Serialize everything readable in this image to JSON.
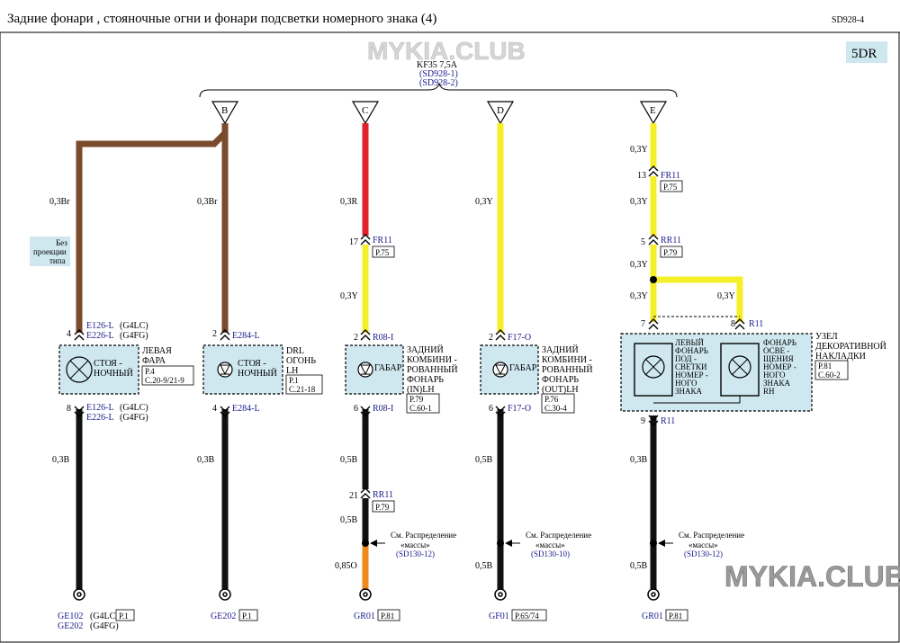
{
  "header": {
    "title": "Задние фонари , стояночные огни и фонари подсветки номерного знака (4)",
    "code": "SD928-4",
    "variant": "5DR"
  },
  "watermark": "MYKIA.CLUB",
  "fuse": {
    "name": "KF35 7,5A",
    "refs": [
      "(SD928-1)",
      "(SD928-2)"
    ]
  },
  "connectors_top": [
    "B",
    "C",
    "D",
    "E"
  ],
  "circuits": {
    "c1": {
      "wire_top": "0,3Br",
      "wire_bottom": "0,3B",
      "note": [
        "Без",
        "проекции",
        "типа"
      ],
      "pin_top": "4",
      "conn_top": [
        "E126-L",
        "(G4LC)",
        "E226-L",
        "(G4FG)"
      ],
      "pin_bottom": "8",
      "conn_bottom": [
        "E126-L",
        "(G4LC)",
        "E226-L",
        "(G4FG)"
      ],
      "comp_label": [
        "СТОЯ -",
        "НОЧНЫЙ"
      ],
      "name": [
        "ЛЕВАЯ",
        "ФАРА"
      ],
      "ref": [
        "P.4",
        "C.20-9/21-9"
      ],
      "ground": [
        "GE102",
        "(G4LC)",
        "GE202",
        "(G4FG)"
      ],
      "ground_ref": "P.1"
    },
    "c2": {
      "wire_top": "0,3Br",
      "wire_bottom": "0,3B",
      "pin_top": "2",
      "conn_top": "E284-L",
      "pin_bottom": "4",
      "conn_bottom": "E284-L",
      "comp_label": [
        "СТОЯ -",
        "НОЧНЫЙ"
      ],
      "name": [
        "DRL",
        "ОГОНЬ",
        "LH"
      ],
      "ref": [
        "P.1",
        "C.21-18"
      ],
      "ground": "GE202",
      "ground_ref": "P.1"
    },
    "c3": {
      "wire_top": "0,3R",
      "pin_fr": "17",
      "fr_conn": "FR11",
      "fr_ref": "P.75",
      "wire_mid": "0,3Y",
      "pin_top": "2",
      "conn_top": "R08-I",
      "comp_label": "ГАБАР",
      "name": [
        "ЗАДНИЙ",
        "КОМБИНИ -",
        "РОВАННЫЙ",
        "ФОНАРЬ",
        "(IN)LH"
      ],
      "ref": [
        "P.79",
        "C.60-1"
      ],
      "pin_bottom": "6",
      "conn_bottom": "R08-I",
      "wire_b1": "0,5B",
      "pin_rr": "21",
      "rr_conn": "RR11",
      "rr_ref": "P.79",
      "wire_b2": "0,5B",
      "gnd_note": [
        "См. Распределение",
        "«массы»",
        "(SD130-12)"
      ],
      "wire_b3": "0,85O",
      "ground": "GR01",
      "ground_ref": "P.81"
    },
    "c4": {
      "wire_top": "0,3Y",
      "pin_top": "2",
      "conn_top": "F17-O",
      "comp_label": "ГАБАР",
      "name": [
        "ЗАДНИЙ",
        "КОМБИНИ -",
        "РОВАННЫЙ",
        "ФОНАРЬ",
        "(OUT)LH"
      ],
      "ref": [
        "P.76",
        "C.30-4"
      ],
      "pin_bottom": "6",
      "conn_bottom": "F17-O",
      "wire_b1": "0,5B",
      "gnd_note": [
        "См. Распределение",
        "«массы»",
        "(SD130-10)"
      ],
      "wire_b2": "0,5B",
      "ground": "GF01",
      "ground_ref": "P.65/74"
    },
    "c5": {
      "wire_top": "0,3Y",
      "pin_fr": "13",
      "fr_conn": "FR11",
      "fr_ref": "P.75",
      "wire_2": "0,3Y",
      "pin_rr": "5",
      "rr_conn": "RR11",
      "rr_ref": "P.79",
      "wire_3": "0,3Y",
      "wire_4": "0,3Y",
      "wire_branch": "0,3Y",
      "pin_7": "7",
      "pin_8": "8",
      "conn_8": "R11",
      "lamp_left": [
        "ЛЕВЫЙ",
        "ФОНАРЬ",
        "ПОД -",
        "СВЕТКИ",
        "НОМЕР -",
        "НОГО",
        "ЗНАКА"
      ],
      "lamp_right": [
        "ФОНАРЬ",
        "ОСВЕ -",
        "ЩЕНИЯ",
        "НОМЕР -",
        "НОГО",
        "ЗНАКА",
        "RH"
      ],
      "name": [
        "УЗЕЛ",
        "ДЕКОРАТИВНОЙ",
        "НАКЛАДКИ"
      ],
      "ref": [
        "P.81",
        "C.60-2"
      ],
      "pin_bottom": "9",
      "conn_bottom": "R11",
      "wire_b1": "0,3B",
      "gnd_note": [
        "См. Распределение",
        "«массы»",
        "(SD130-12)"
      ],
      "wire_b2": "0,5B",
      "ground": "GR01",
      "ground_ref": "P.81"
    }
  },
  "colors": {
    "brown": "#7a4a2c",
    "red": "#e0202a",
    "yellow": "#f5ef2a",
    "orange": "#ef8a1c",
    "black": "#111111",
    "component_fill": "#cfe8f0",
    "label_blue": "#1a1a8c"
  }
}
